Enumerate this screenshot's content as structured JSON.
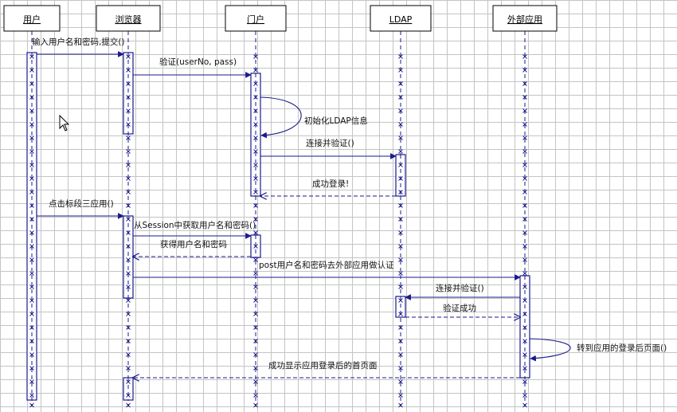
{
  "diagram": {
    "colors": {
      "line": "#1a1a8c",
      "activation_fill": "#ffffff",
      "grid": "#c4c4c4",
      "text": "#111111"
    },
    "participants": [
      {
        "id": "user",
        "label": "用户"
      },
      {
        "id": "browser",
        "label": "浏览器"
      },
      {
        "id": "portal",
        "label": "门户"
      },
      {
        "id": "ldap",
        "label": "LDAP"
      },
      {
        "id": "external",
        "label": "外部应用"
      }
    ],
    "messages": [
      {
        "from": "user",
        "to": "browser",
        "text": "输入用户名和密码,提交()",
        "kind": "sync"
      },
      {
        "from": "browser",
        "to": "portal",
        "text": "验证(userNo, pass)",
        "kind": "sync"
      },
      {
        "from": "portal",
        "to": "portal",
        "text": "初始化LDAP信息",
        "kind": "self"
      },
      {
        "from": "portal",
        "to": "ldap",
        "text": "连接并验证()",
        "kind": "sync"
      },
      {
        "from": "ldap",
        "to": "portal",
        "text": "成功登录!",
        "kind": "return"
      },
      {
        "from": "user",
        "to": "browser",
        "text": "点击标段三应用()",
        "kind": "sync"
      },
      {
        "from": "browser",
        "to": "portal",
        "text": "从Session中获取用户名和密码()",
        "kind": "sync"
      },
      {
        "from": "portal",
        "to": "browser",
        "text": "获得用户名和密码",
        "kind": "return"
      },
      {
        "from": "browser",
        "to": "external",
        "text": "post用户名和密码去外部应用做认证",
        "kind": "sync"
      },
      {
        "from": "external",
        "to": "ldap",
        "text": "连接并验证()",
        "kind": "sync"
      },
      {
        "from": "ldap",
        "to": "external",
        "text": "验证成功",
        "kind": "return"
      },
      {
        "from": "external",
        "to": "external",
        "text": "转到应用的登录后页面()",
        "kind": "self"
      },
      {
        "from": "external",
        "to": "browser",
        "text": "成功显示应用登录后的首页面",
        "kind": "return"
      }
    ]
  }
}
